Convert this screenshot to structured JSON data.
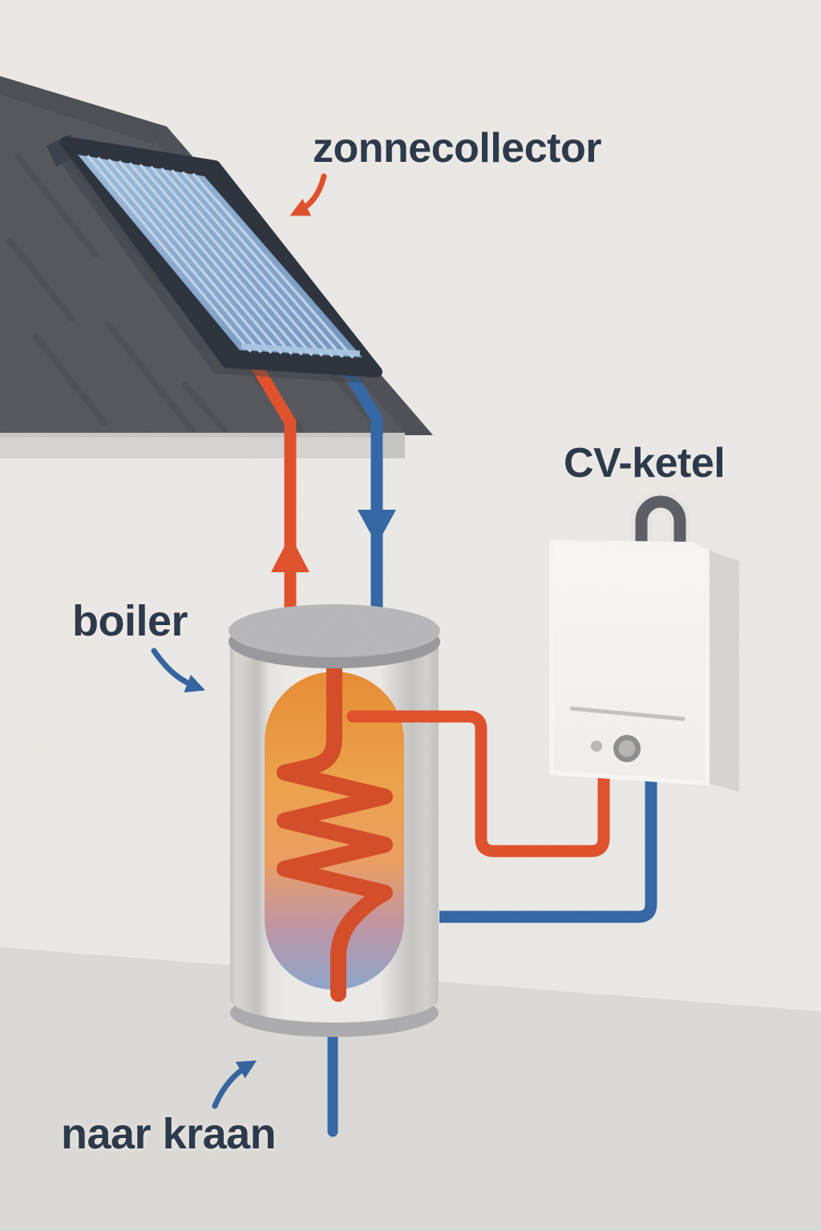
{
  "diagram": {
    "title_labels": {
      "zonnecollector": "zonnecollector",
      "cv_ketel": "CV-ketel",
      "boiler": "boiler",
      "naar_kraan": "naar kraan"
    },
    "components": [
      "roof",
      "solar-collector-panel",
      "hot-supply-pipe",
      "cold-return-pipe",
      "storage-boiler-tank",
      "heat-exchanger-coil",
      "cv-ketel-unit",
      "flue-pipe",
      "tap-pipe",
      "wall",
      "floor"
    ],
    "connections": [
      {
        "from": "zonnecollector",
        "to": "boiler",
        "pipe": "hot",
        "direction": "down",
        "color": "#e0502a"
      },
      {
        "from": "boiler",
        "to": "zonnecollector",
        "pipe": "return",
        "direction": "up",
        "color": "#3267a4"
      },
      {
        "from": "boiler",
        "to": "CV-ketel",
        "pipe": "hot",
        "color": "#e0502a"
      },
      {
        "from": "CV-ketel",
        "to": "boiler",
        "pipe": "return",
        "color": "#3267a4"
      },
      {
        "from": "boiler",
        "to": "naar kraan",
        "pipe": "tap-water",
        "color": "#3267a4"
      }
    ],
    "colors": {
      "hot_pipe_red": "#e0502a",
      "cold_pipe_blue": "#3267a4",
      "label_navy": "#2d3a4c",
      "roof_gray": "#54565c",
      "panel_frame": "#2b323c",
      "panel_glass_blue": "#87a9cf",
      "tank_hot_orange": "#e98f35",
      "tank_cool_blue": "#8ba6cd",
      "cv_ketel_white": "#f8f7f5",
      "wall": "#ebe9e5",
      "floor": "#dcdad6"
    }
  }
}
